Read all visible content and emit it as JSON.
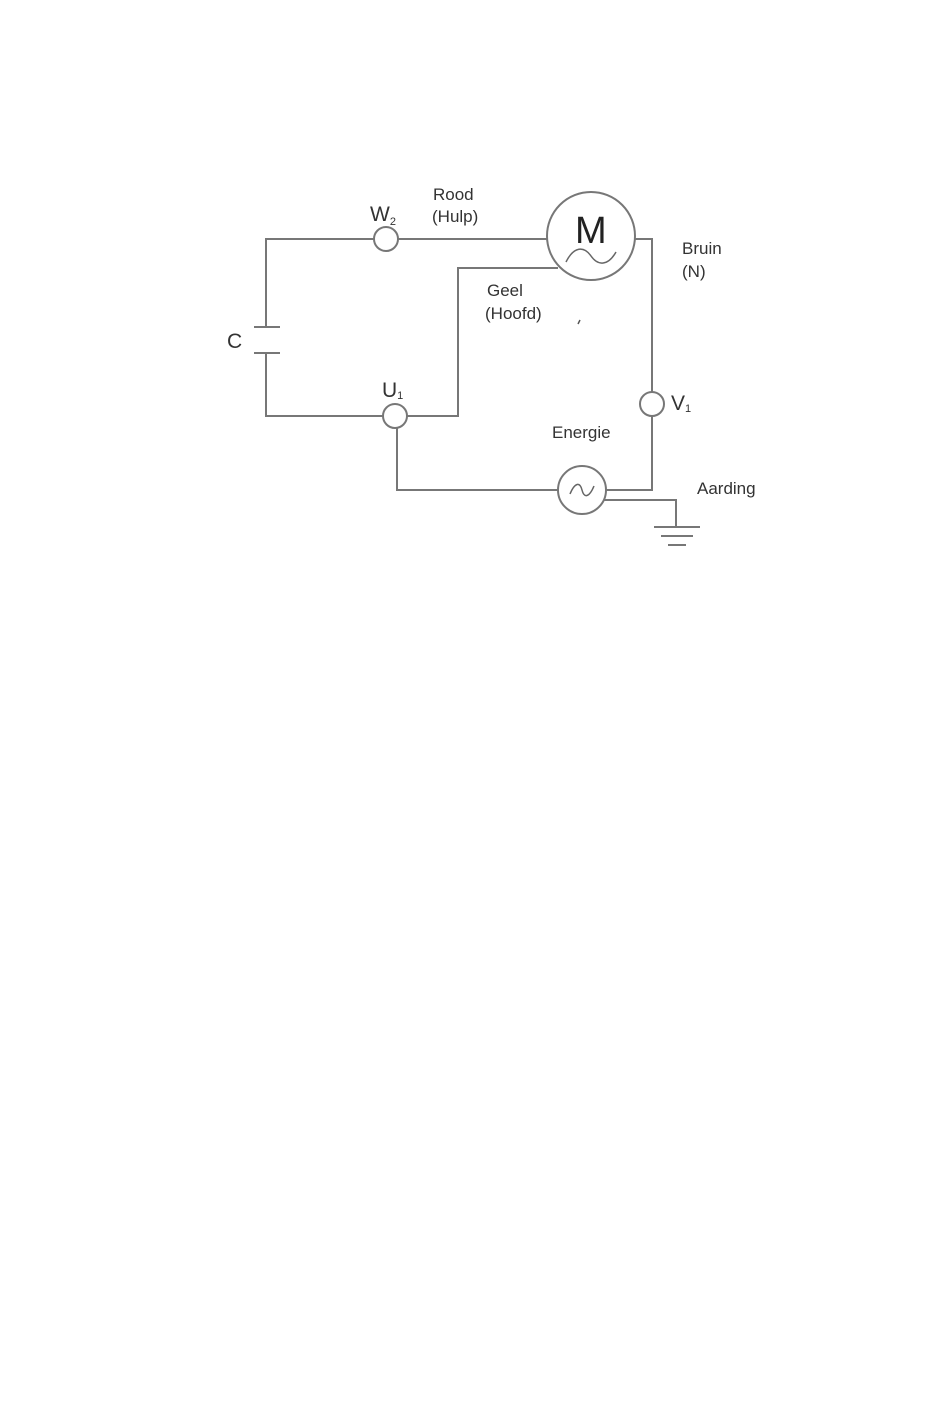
{
  "diagram": {
    "motor": {
      "letter": "M"
    },
    "capacitor": {
      "label": "C"
    },
    "terminals": {
      "w2": {
        "letter": "W",
        "sub": "2"
      },
      "u1": {
        "letter": "U",
        "sub": "1"
      },
      "v1": {
        "letter": "V",
        "sub": "1"
      }
    },
    "wires": {
      "red": {
        "color": "Rood",
        "role": "(Hulp)"
      },
      "yellow": {
        "color": "Geel",
        "role": "(Hoofd)"
      },
      "brown": {
        "color": "Bruin",
        "role": "(N)"
      }
    },
    "power": {
      "label": "Energie"
    },
    "ground": {
      "label": "Aarding"
    }
  }
}
